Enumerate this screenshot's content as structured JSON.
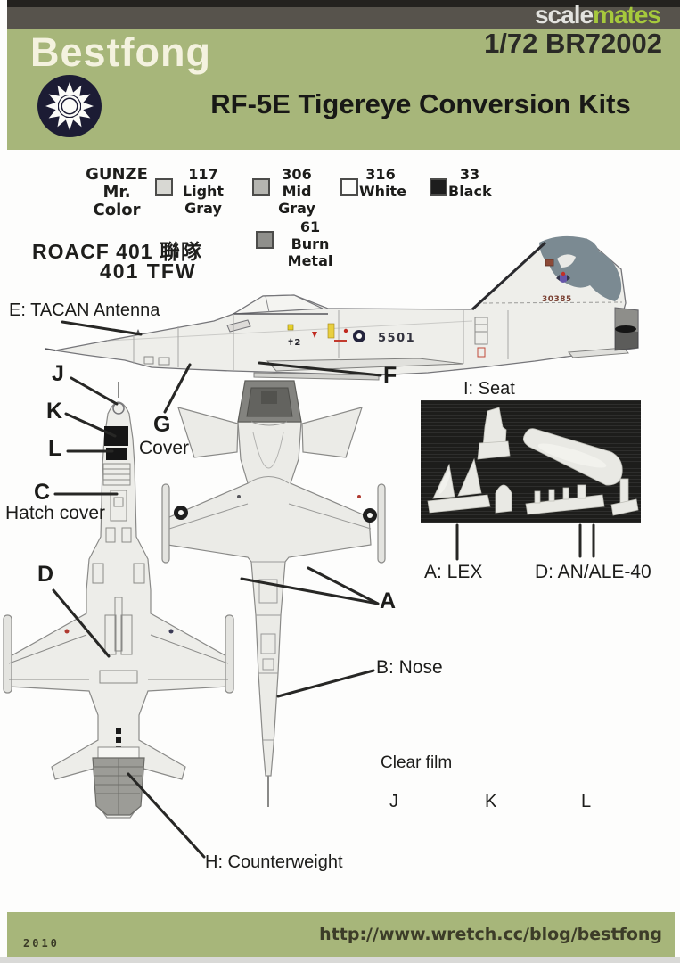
{
  "watermark": {
    "part1": "scale",
    "part2": "mates"
  },
  "header": {
    "brand": "Bestfong",
    "product_code": "1/72 BR72002",
    "title": "RF-5E Tigereye Conversion Kits"
  },
  "paint_chart": {
    "brand_line1": "GUNZE",
    "brand_line2": "Mr. Color",
    "colors": [
      {
        "code": "117",
        "name": "Light Gray",
        "hex": "#d8d8d3"
      },
      {
        "code": "306",
        "name": "Mid Gray",
        "hex": "#b5b5b0"
      },
      {
        "code": "316",
        "name": "White",
        "hex": "#fcfcfa"
      },
      {
        "code": "33",
        "name": "Black",
        "hex": "#1d1d1d"
      },
      {
        "code": "61",
        "name": "Burn Metal",
        "hex": "#8f8f8b"
      }
    ]
  },
  "unit": {
    "wing_cn": "ROACF 401 聯隊",
    "wing_en": "401 TFW"
  },
  "labels": {
    "e": "E: TACAN Antenna",
    "j": "J",
    "k": "K",
    "l": "L",
    "g": "G",
    "g_sub": "Cover",
    "c": "C",
    "c_sub": "Hatch cover",
    "f": "F",
    "d": "D",
    "a": "A",
    "b": "B: Nose",
    "h": "H: Counterweight",
    "i": "I: Seat",
    "a_lex": "A: LEX",
    "d_ale": "D: AN/ALE-40"
  },
  "markings": {
    "fuselage_number": "5501",
    "tail_number": "30385"
  },
  "clear_film": {
    "title": "Clear film",
    "items": [
      "J",
      "K",
      "L"
    ]
  },
  "footer": {
    "year": "2010",
    "url": "http://www.wretch.cc/blog/bestfong"
  },
  "colors": {
    "header_green": "#a7b67a",
    "topbar_gray": "#57534c",
    "scalemates_green": "#a6c93c",
    "roundel_navy": "#1c1c34",
    "camo_gray": "#7b8a92"
  }
}
